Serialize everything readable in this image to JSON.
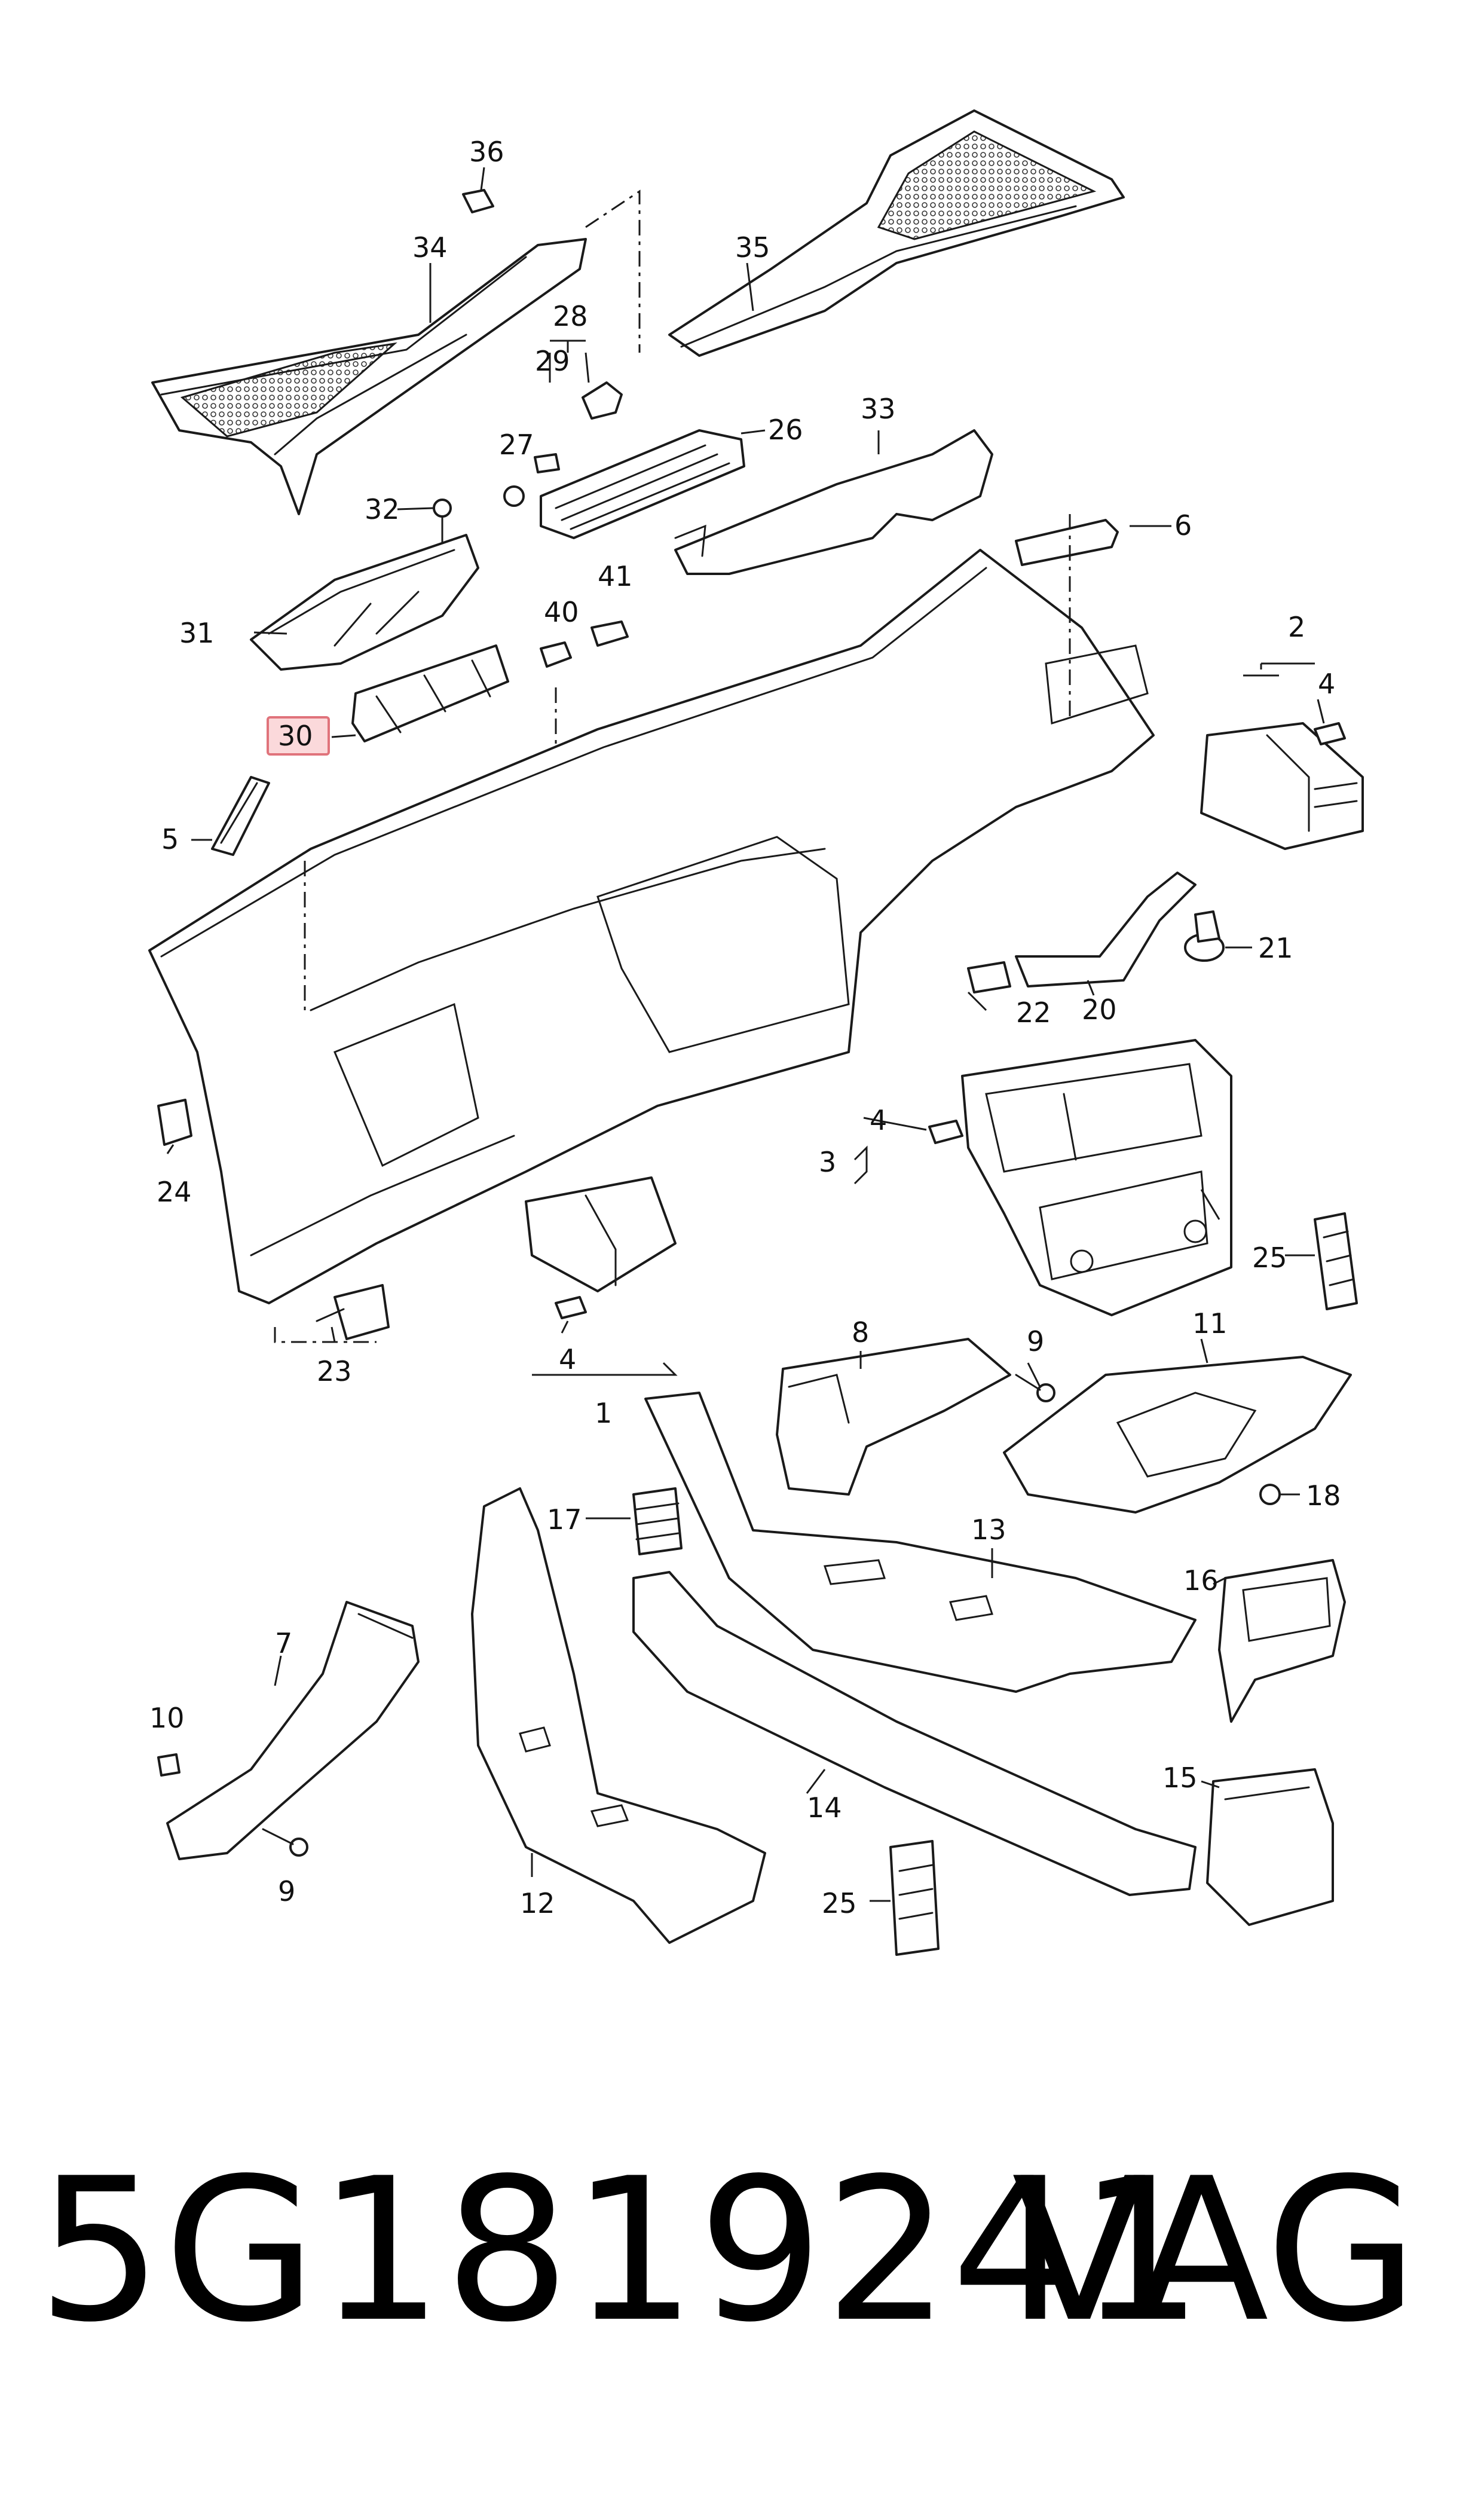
{
  "diagram": {
    "callouts": {
      "c1": "1",
      "c2": "2",
      "c3": "3",
      "c4a": "4",
      "c4b": "4",
      "c4c": "4",
      "c5": "5",
      "c6": "6",
      "c7": "7",
      "c8": "8",
      "c9a": "9",
      "c9b": "9",
      "c10": "10",
      "c11": "11",
      "c12": "12",
      "c13": "13",
      "c14": "14",
      "c15": "15",
      "c16": "16",
      "c17": "17",
      "c18": "18",
      "c20": "20",
      "c21": "21",
      "c22": "22",
      "c23": "23",
      "c24": "24",
      "c25a": "25",
      "c25b": "25",
      "c26": "26",
      "c27": "27",
      "c28": "28",
      "c29": "29",
      "c30": "30",
      "c31": "31",
      "c32": "32",
      "c33": "33",
      "c34": "34",
      "c35": "35",
      "c36": "36",
      "c40": "40",
      "c41": "41"
    },
    "highlighted_part": "30",
    "highlight_color": "#fbd9db"
  },
  "footer": {
    "part_number": "5G1819241",
    "brand": "VAG"
  }
}
